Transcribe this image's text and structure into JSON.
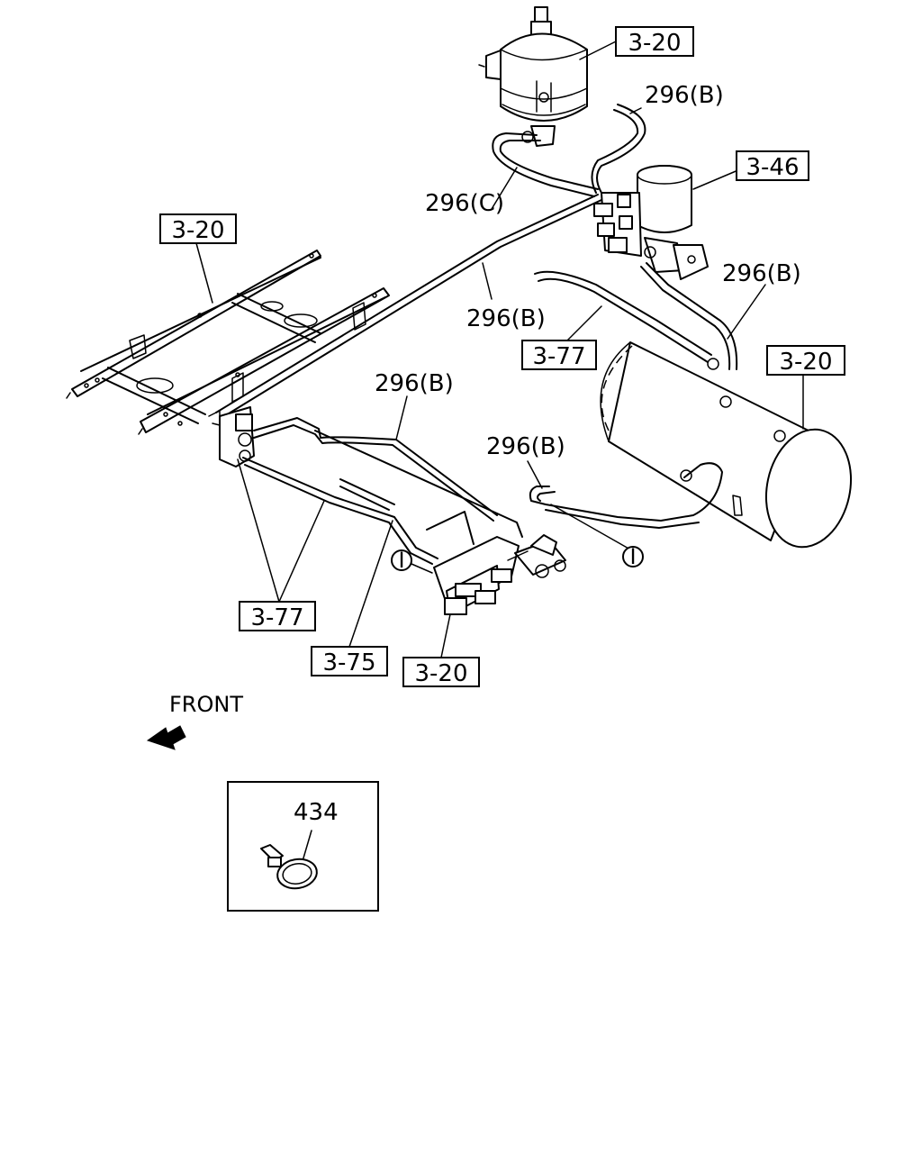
{
  "callouts": {
    "ref_dryer_top": "3-20",
    "ref_valve": "3-46",
    "ref_frame": "3-20",
    "ref_tank": "3-20",
    "ref_pipe_mid": "3-77",
    "ref_pipe_low": "3-77",
    "ref_pipe_75": "3-75",
    "ref_block": "3-20"
  },
  "parts": {
    "hose_b_top": "296(B)",
    "hose_c": "296(C)",
    "hose_b_valve": "296(B)",
    "hose_b_frame": "296(B)",
    "hose_b_center": "296(B)",
    "hose_b_tank": "296(B)",
    "clamp": "434"
  },
  "connectors": {
    "left": "I",
    "right": "I"
  },
  "front_label": "FRONT",
  "icons": [
    "front-arrow-icon"
  ]
}
